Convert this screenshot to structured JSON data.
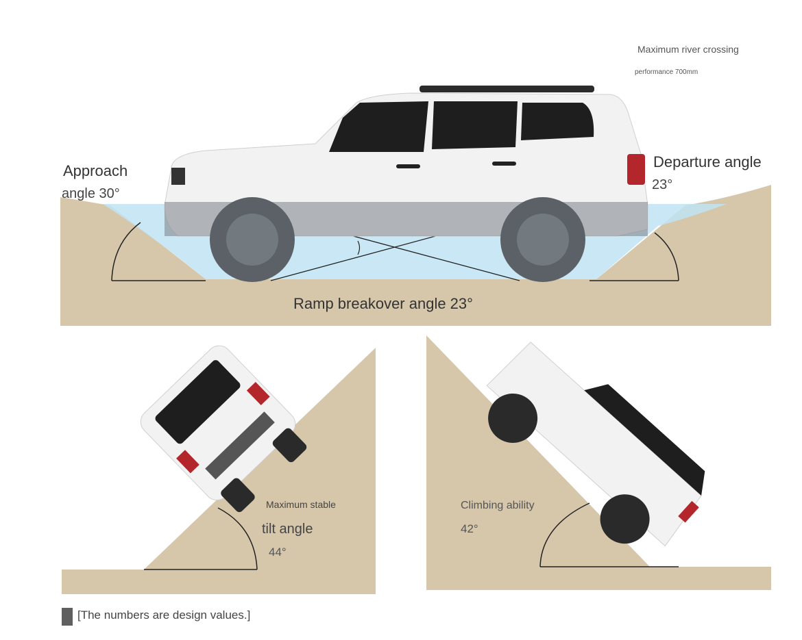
{
  "top_panel": {
    "approach_line1": "Approach",
    "approach_line2": "angle 30°",
    "departure_line1": "Departure angle",
    "departure_line2": "23°",
    "ramp_label": "Ramp breakover angle 23°",
    "river_line1": "Maximum river crossing",
    "river_line2": "performance 700mm"
  },
  "tilt_panel": {
    "line1": "Maximum stable",
    "line2": "tilt angle",
    "line3": "44°"
  },
  "climb_panel": {
    "line1": "Climbing ability",
    "line2": "42°"
  },
  "footnote": "[The numbers are design values.]",
  "colors": {
    "ground": "#d6c7ab",
    "water": "#bfe3f2",
    "vehicle_body": "#f2f2f2",
    "glass": "#1e1e1e",
    "tail_light": "#b3262b"
  }
}
